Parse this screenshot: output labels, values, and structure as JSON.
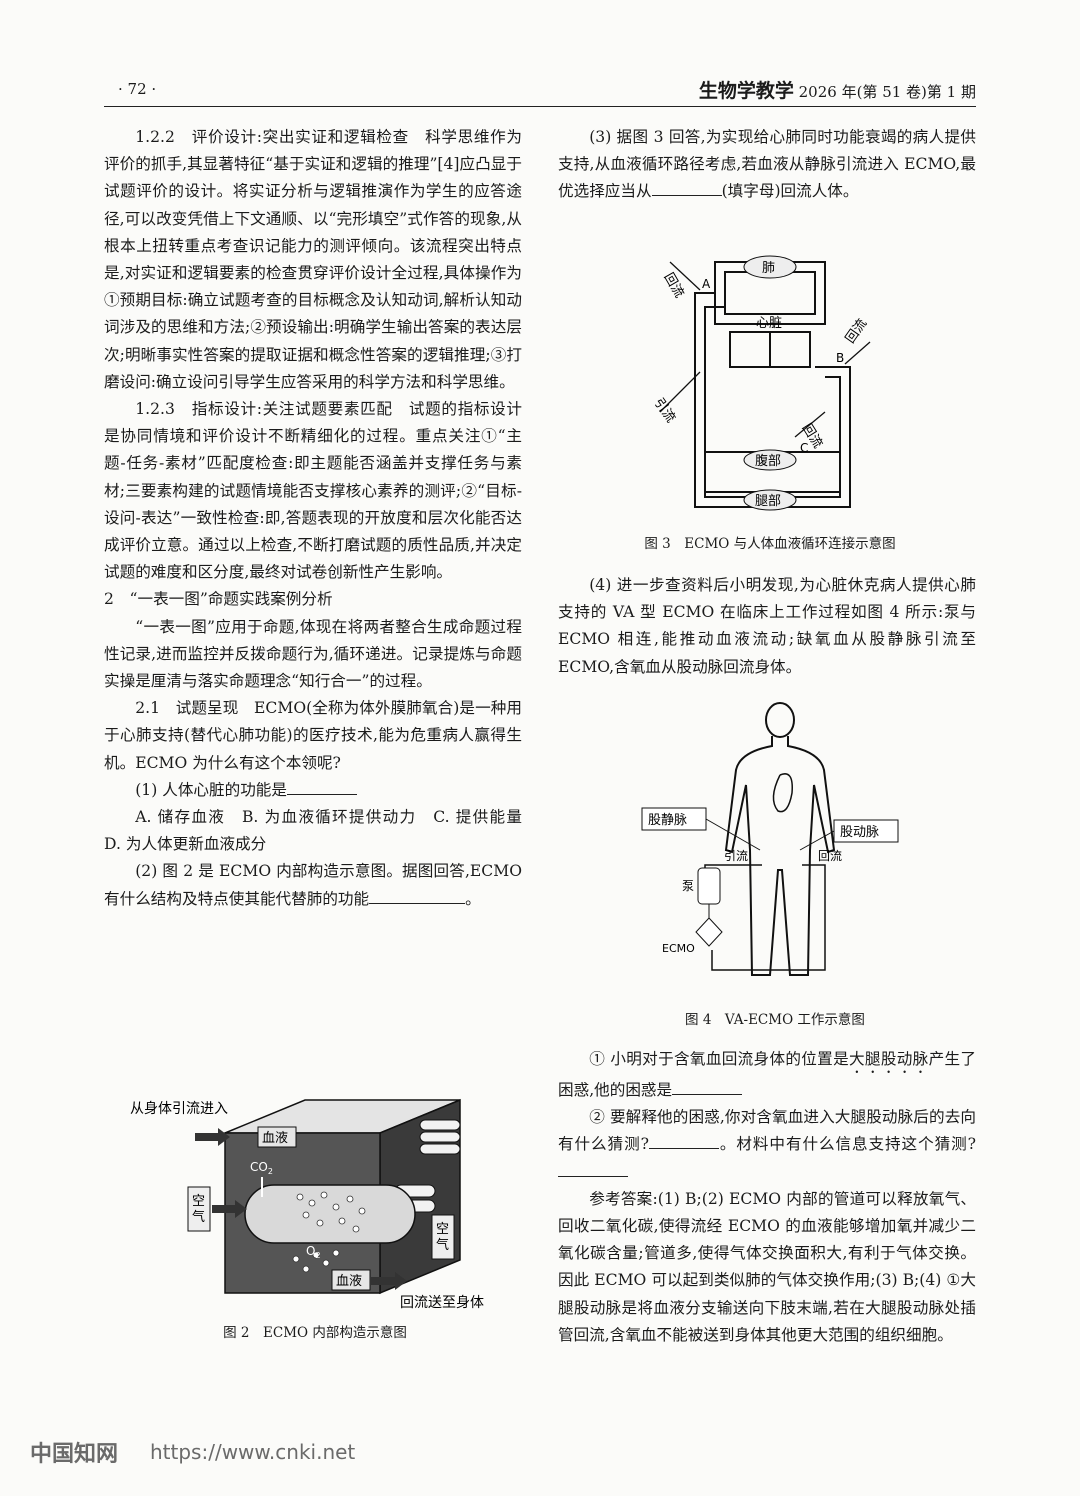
{
  "header": {
    "page_number": "· 72 ·",
    "journal_name": "生物学教学",
    "issue": "2026 年(第 51 卷)第 1 期"
  },
  "left": {
    "p1": "1.2.2　评价设计:突出实证和逻辑检查　科学思维作为评价的抓手,其显著特征“基于实证和逻辑的推理”[4]应凸显于试题评价的设计。将实证分析与逻辑推演作为学生的应答途径,可以改变凭借上下文通顺、以“完形填空”式作答的现象,从根本上扭转重点考查识记能力的测评倾向。该流程突出特点是,对实证和逻辑要素的检查贯穿评价设计全过程,具体操作为①预期目标:确立试题考查的目标概念及认知动词,解析认知动词涉及的思维和方法;②预设输出:明确学生输出答案的表达层次;明晰事实性答案的提取证据和概念性答案的逻辑推理;③打磨设问:确立设问引导学生应答采用的科学方法和科学思维。",
    "p2": "1.2.3　指标设计:关注试题要素匹配　试题的指标设计是协同情境和评价设计不断精细化的过程。重点关注①“主题-任务-素材”匹配度检查:即主题能否涵盖并支撑任务与素材;三要素构建的试题情境能否支撑核心素养的测评;②“目标-设问-表达”一致性检查:即,答题表现的开放度和层次化能否达成评价立意。通过以上检查,不断打磨试题的质性品质,并决定试题的难度和区分度,最终对试卷创新性产生影响。",
    "h2": "2　“一表一图”命题实践案例分析",
    "p3": "“一表一图”应用于命题,体现在将两者整合生成命题过程性记录,进而监控并反拨命题行为,循环递进。记录提炼与命题实操是厘清与落实命题理念“知行合一”的过程。",
    "p4": "2.1　试题呈现　ECMO(全称为体外膜肺氧合)是一种用于心肺支持(替代心肺功能)的医疗技术,能为危重病人赢得生机。ECMO 为什么有这个本领呢?",
    "q1": "(1) 人体心脏的功能是",
    "q1_options": "A. 储存血液　B. 为血液循环提供动力　C. 提供能量　D. 为人体更新血液成分",
    "q2": "(2) 图 2 是 ECMO 内部构造示意图。据图回答,ECMO 有什么结构及特点使其能代替肺的功能",
    "q2_end": "。",
    "fig2": {
      "caption": "图 2　ECMO 内部构造示意图",
      "in_label": "从身体引流进入",
      "out_label": "回流送至身体",
      "blood": "血液",
      "air": "空气",
      "co2": "CO",
      "o2": "O",
      "sub2": "2"
    }
  },
  "right": {
    "q3": "(3) 据图 3 回答,为实现给心肺同时功能衰竭的病人提供支持,从血液循环路径考虑,若血液从静脉引流进入 ECMO,最优选择应当从",
    "q3_end": "(填字母)回流人体。",
    "fig3": {
      "caption": "图 3　ECMO 与人体血液循环连接示意图",
      "lung": "肺",
      "heart": "心脏",
      "abdomen": "腹部",
      "leg": "腿部",
      "return": "回流",
      "drain": "引流",
      "A": "A",
      "B": "B",
      "C": "C"
    },
    "q4": "(4) 进一步查资料后小明发现,为心脏休克病人提供心肺支持的 VA 型 ECMO 在临床上工作过程如图 4 所示:泵与 ECMO 相连,能推动血液流动;缺氧血从股静脉引流至 ECMO,含氧血从股动脉回流身体。",
    "fig4": {
      "caption": "图 4　VA-ECMO 工作示意图",
      "vein": "股静脉",
      "artery": "股动脉",
      "drain": "引流",
      "return": "回流",
      "pump": "泵",
      "ecmo": "ECMO"
    },
    "s1_pre": "① 小明对于含氧血回流身体的位置是",
    "s1_dot": "大腿股动脉",
    "s1_post": "产生了困惑,他的困惑是",
    "s2": "② 要解释他的困惑,你对含氧血进入大腿股动脉后的去向有什么猜测?",
    "s2_mid": "。材料中有什么信息支持这个猜测?",
    "answer": "参考答案:(1) B;(2) ECMO 内部的管道可以释放氧气、回收二氧化碳,使得流经 ECMO 的血液能够增加氧并减少二氧化碳含量;管道多,使得气体交换面积大,有利于气体交换。因此 ECMO 可以起到类似肺的气体交换作用;(3) B;(4) ①大腿股动脉是将血液分支输送向下肢末端,若在大腿股动脉处插管回流,含氧血不能被送到身体其他更大范围的组织细胞。"
  },
  "footer": {
    "brand": "中国知网",
    "url": "https://www.cnki.net"
  }
}
